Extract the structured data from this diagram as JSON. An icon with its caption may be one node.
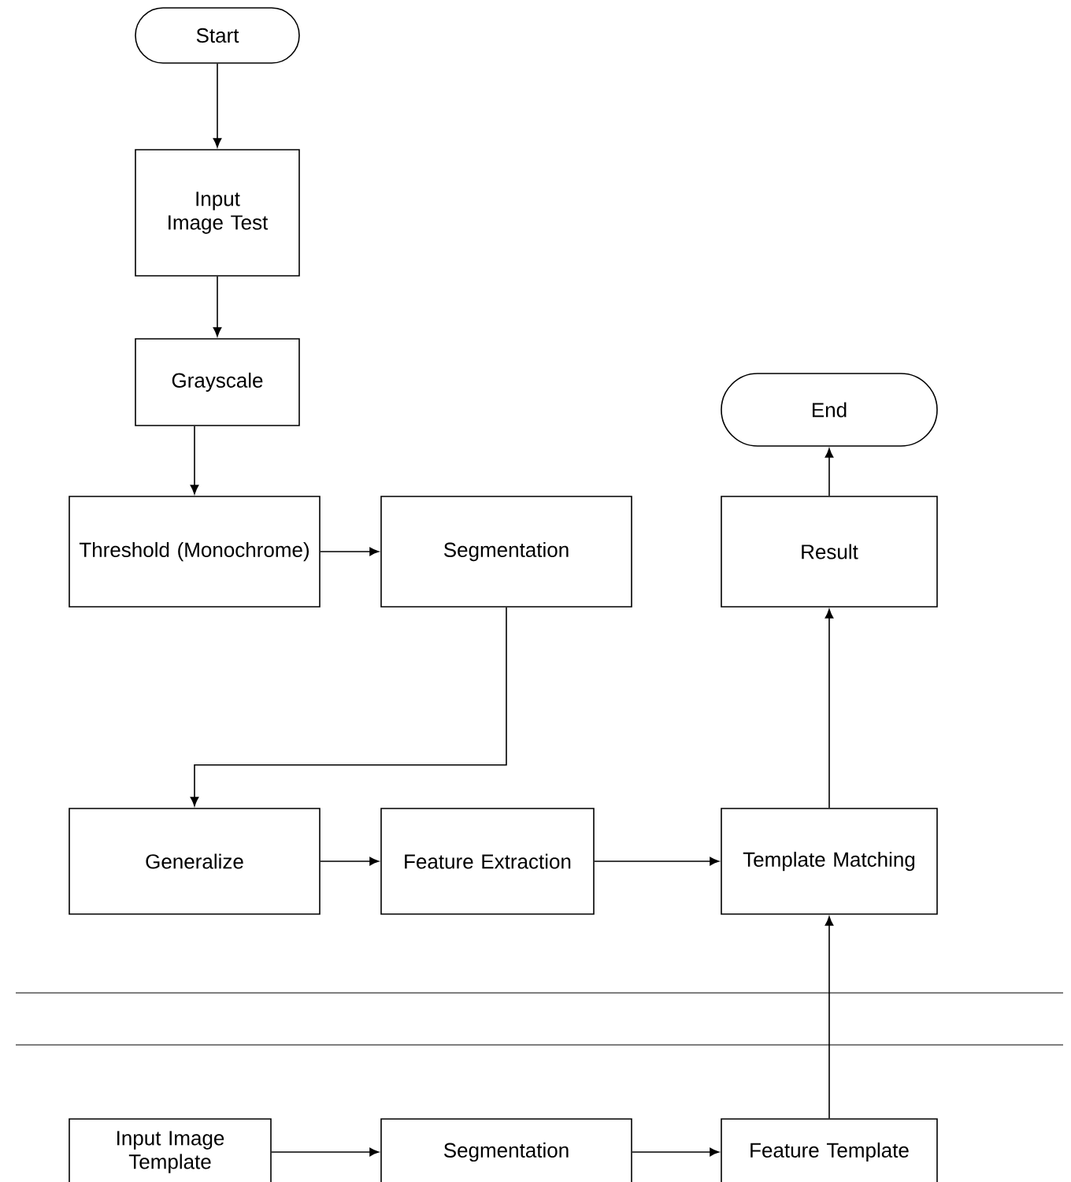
{
  "diagram": {
    "nodes": [
      {
        "text": [
          "Start"
        ]
      },
      {
        "text": [
          "Input Image Test"
        ]
      },
      {
        "text": [
          "Grayscale"
        ]
      },
      {
        "text": [
          "Threshold (Monochrome)"
        ]
      },
      {
        "text": [
          "Segmentation"
        ]
      },
      {
        "text": [
          "Generalize"
        ]
      },
      {
        "text": [
          "Feature Extraction"
        ]
      },
      {
        "text": [
          "Template Matching"
        ]
      },
      {
        "text": [
          "Result"
        ]
      },
      {
        "text": [
          "End"
        ]
      },
      {
        "text": [
          "Input Image Template"
        ]
      },
      {
        "text": [
          "Segmentation"
        ]
      },
      {
        "text": [
          "Feature Template"
        ]
      }
    ],
    "edges": [
      {
        "from": 0,
        "to": 1,
        "arrow": "to"
      },
      {
        "from": 1,
        "to": 2,
        "arrow": "to"
      },
      {
        "from": 2,
        "to": 3,
        "arrow": "to"
      },
      {
        "from": 3,
        "to": 4,
        "arrow": "to"
      },
      {
        "from": 4,
        "to": 5,
        "arrow": "to"
      },
      {
        "from": 5,
        "to": 6,
        "arrow": "to"
      },
      {
        "from": 6,
        "to": 7,
        "arrow": "to"
      },
      {
        "from": 7,
        "to": 8,
        "arrow": "to"
      },
      {
        "from": 8,
        "to": 9,
        "arrow": "to"
      },
      {
        "from": 10,
        "to": 11,
        "arrow": "to"
      },
      {
        "from": 11,
        "to": 12,
        "arrow": "to"
      },
      {
        "from": 12,
        "to": 7,
        "arrow": "to"
      }
    ]
  }
}
